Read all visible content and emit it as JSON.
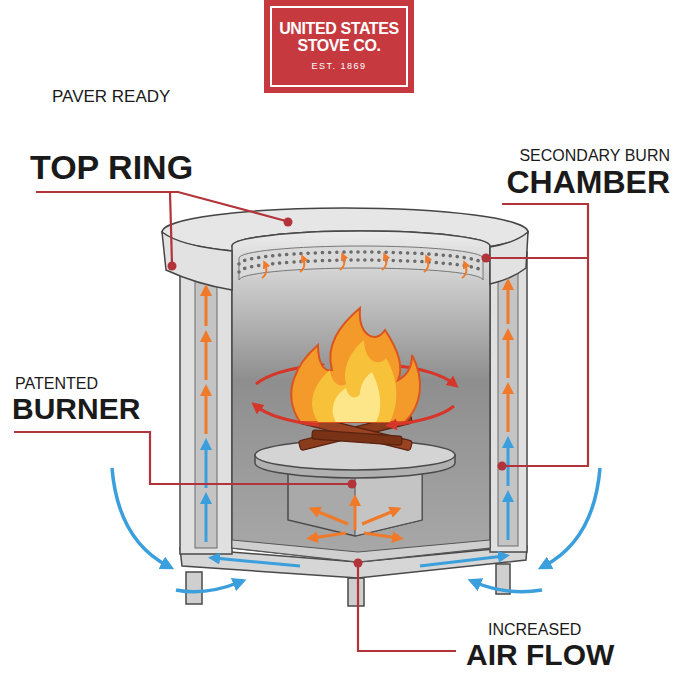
{
  "diagram": {
    "nodes": [
      {
        "text": [
          "UNITED STATES STOVE CO.",
          "EST. 1869"
        ]
      }
    ],
    "labels": [
      "PAVER READY",
      "TOP RING",
      "SECONDARY BURN",
      "CHAMBER",
      "PATENTED",
      "BURNER",
      "INCREASED",
      "AIR FLOW"
    ]
  }
}
